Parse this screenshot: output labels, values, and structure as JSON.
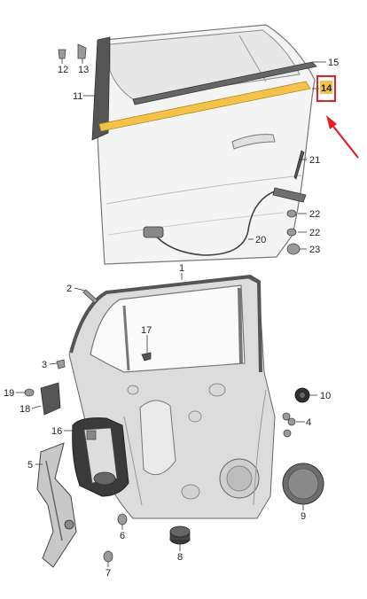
{
  "diagram": {
    "highlighted_part": "14",
    "colors": {
      "highlight_strip": "#f2c24a",
      "highlight_box": "#e3202a",
      "arrow": "#e3202a"
    },
    "parts": [
      {
        "id": "p1",
        "label": "1"
      },
      {
        "id": "p2",
        "label": "2"
      },
      {
        "id": "p3",
        "label": "3"
      },
      {
        "id": "p5",
        "label": "5"
      },
      {
        "id": "p6",
        "label": "6"
      },
      {
        "id": "p7",
        "label": "7"
      },
      {
        "id": "p8",
        "label": "8"
      },
      {
        "id": "p9",
        "label": "9"
      },
      {
        "id": "p10",
        "label": "10"
      },
      {
        "id": "p11",
        "label": "11"
      },
      {
        "id": "p12",
        "label": "12"
      },
      {
        "id": "p13",
        "label": "13"
      },
      {
        "id": "p14",
        "label": "14"
      },
      {
        "id": "p15",
        "label": "15"
      },
      {
        "id": "p16",
        "label": "16"
      },
      {
        "id": "p17",
        "label": "17"
      },
      {
        "id": "p18",
        "label": "18"
      },
      {
        "id": "p19",
        "label": "19"
      },
      {
        "id": "p20",
        "label": "20"
      },
      {
        "id": "p21",
        "label": "21"
      },
      {
        "id": "p22a",
        "label": "22"
      },
      {
        "id": "p22b",
        "label": "22"
      },
      {
        "id": "p23",
        "label": "23"
      },
      {
        "id": "p4",
        "label": "4"
      }
    ]
  }
}
